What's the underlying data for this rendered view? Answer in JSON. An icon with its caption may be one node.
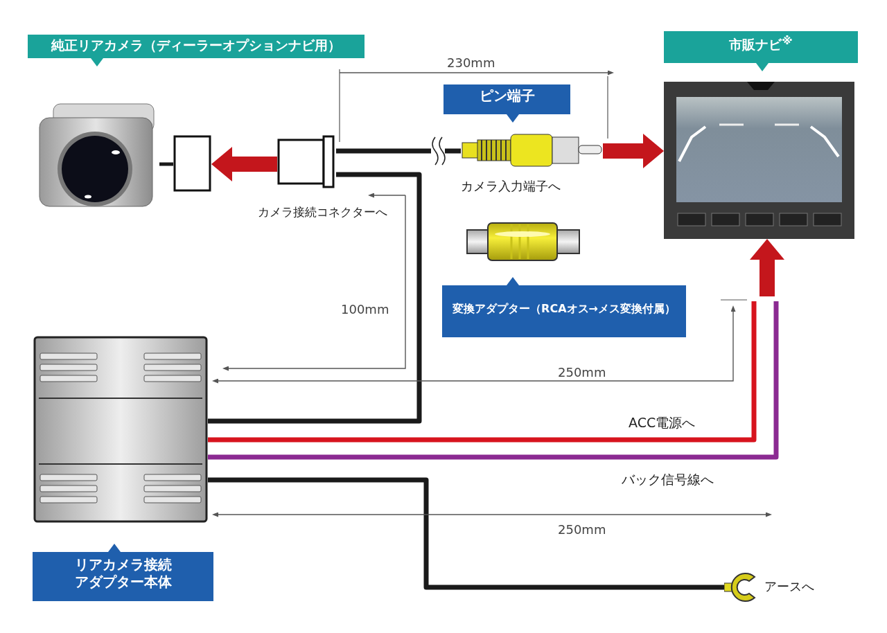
{
  "diagram": {
    "nodes": [
      {
        "text": [
          "純正リアカメラ（ディーラーオプションナビ用）"
        ]
      },
      {
        "text": [],
        "shape": "picture"
      },
      {
        "text": [],
        "shape": "box"
      },
      {
        "text": [],
        "shape": "box",
        "beside": [
          "カメラ接続コネクターへ"
        ]
      },
      {
        "text": [
          "ピン端子"
        ]
      },
      {
        "text": [],
        "shape": "picture",
        "beside": [
          "カメラ入力端子へ"
        ]
      },
      {
        "text": [
          "市販ナビ$^{※}$"
        ]
      },
      {
        "text": [],
        "shape": "picture"
      },
      {
        "text": [],
        "shape": "picture"
      },
      {
        "text": [
          "変換アダプター（RCAオス→メス変換付属）"
        ]
      },
      {
        "text": [],
        "shape": "picture"
      },
      {
        "text": [
          "リアカメラ接続アダプター本体"
        ]
      },
      {
        "text": [],
        "shape": "picture",
        "beside": [
          "アースへ"
        ]
      }
    ],
    "edges": [
      {
        "from": 1,
        "to": 2,
        "arrow": "none"
      },
      {
        "from": 3,
        "to": 2,
        "arrow": "to",
        "style": "thick",
        "color": "#c4161c"
      },
      {
        "from": 3,
        "to": 5,
        "arrow": "none"
      },
      {
        "from": 5,
        "to": 7,
        "arrow": "to",
        "style": "thick",
        "color": "#c4161c"
      },
      {
        "from": 3,
        "to": 10,
        "arrow": "none"
      },
      {
        "from": 10,
        "to": null,
        "arrow": "none",
        "color": "#d7141e",
        "label": "ACC電源へ"
      },
      {
        "from": 10,
        "to": null,
        "arrow": "none",
        "color": "#8b2a92",
        "label": "バック信号線へ"
      },
      {
        "from": null,
        "to": 7,
        "arrow": "to",
        "style": "thick",
        "color": "#c4161c"
      },
      {
        "from": 10,
        "to": 12,
        "arrow": "none"
      }
    ],
    "labels": [
      "230mm",
      "100mm",
      "250mm",
      "250mm"
    ]
  }
}
